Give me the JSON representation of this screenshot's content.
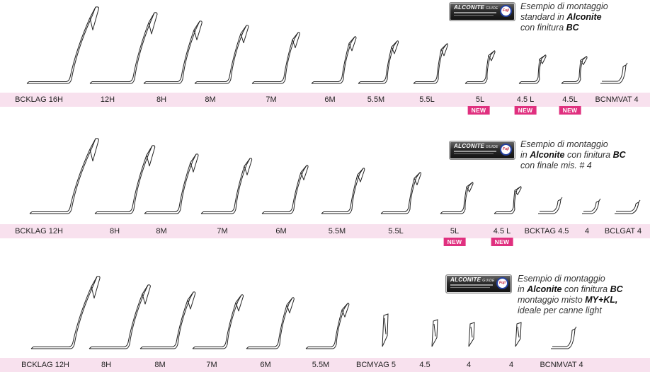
{
  "sections": [
    {
      "caption": [
        "Esempio di montaggio",
        "standard in ",
        "Alconite",
        "con finitura ",
        "BC"
      ],
      "logo": {
        "brand": "ALCONITE",
        "sub": "GUIDE",
        "seal": "Fuji"
      },
      "labels": [
        "BCKLAG 16H",
        "12H",
        "8H",
        "8M",
        "7M",
        "6M",
        "5.5M",
        "5.5L",
        "5L",
        "4.5 L",
        "4.5L",
        "BCNMVAT 4"
      ],
      "badges": [
        "NEW",
        "NEW",
        "NEW"
      ]
    },
    {
      "caption": [
        "Esempio di montaggio",
        "in ",
        "Alconite",
        " con finitura ",
        "BC",
        "con finale mis. # 4"
      ],
      "logo": {
        "brand": "ALCONITE",
        "sub": "GUIDE",
        "seal": "Fuji"
      },
      "labels": [
        "BCKLAG 12H",
        "8H",
        "8M",
        "7M",
        "6M",
        "5.5M",
        "5.5L",
        "5L",
        "4.5 L",
        "BCKTAG 4.5",
        "4",
        "BCLGAT 4"
      ],
      "badges": [
        "NEW",
        "NEW"
      ]
    },
    {
      "caption": [
        "Esempio di montaggio",
        "in ",
        "Alconite",
        " con finitura ",
        "BC",
        "montaggio misto ",
        "MY+KL,",
        "ideale per canne light"
      ],
      "logo": {
        "brand": "ALCONITE",
        "sub": "GUIDE",
        "seal": "Fuji"
      },
      "labels": [
        "BCKLAG 12H",
        "8H",
        "8M",
        "7M",
        "6M",
        "5.5M",
        "BCMYAG 5",
        "4.5",
        "4",
        "4",
        "BCNMVAT 4"
      ],
      "badges": []
    }
  ],
  "colors": {
    "band": "#f8e1ee",
    "badge": "#e0307f"
  }
}
